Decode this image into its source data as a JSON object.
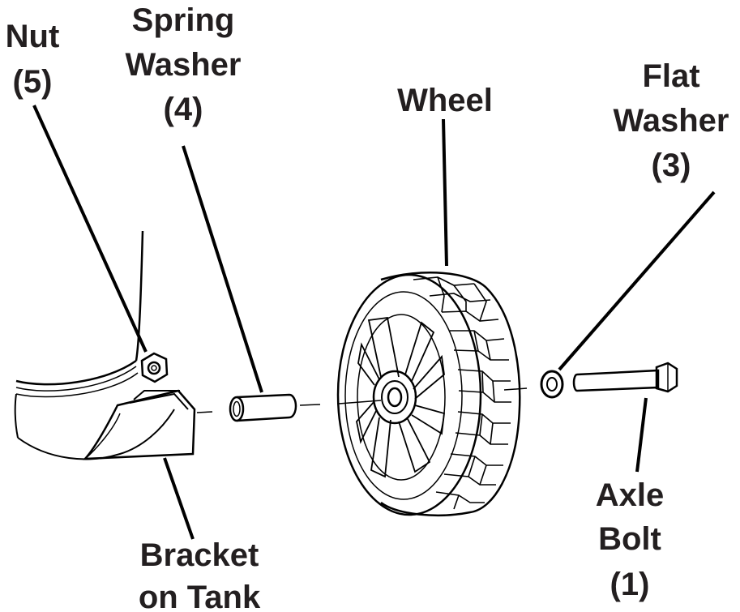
{
  "labels": {
    "nut": {
      "name": "Nut",
      "number": "(5)"
    },
    "spring_washer": {
      "line1": "Spring",
      "line2": "Washer",
      "number": "(4)"
    },
    "wheel": {
      "name": "Wheel"
    },
    "flat_washer": {
      "line1": "Flat",
      "line2": "Washer",
      "number": "(3)"
    },
    "axle_bolt": {
      "line1": "Axle",
      "line2": "Bolt",
      "number": "(1)"
    },
    "bracket": {
      "line1": "Bracket",
      "line2": "on Tank"
    }
  }
}
